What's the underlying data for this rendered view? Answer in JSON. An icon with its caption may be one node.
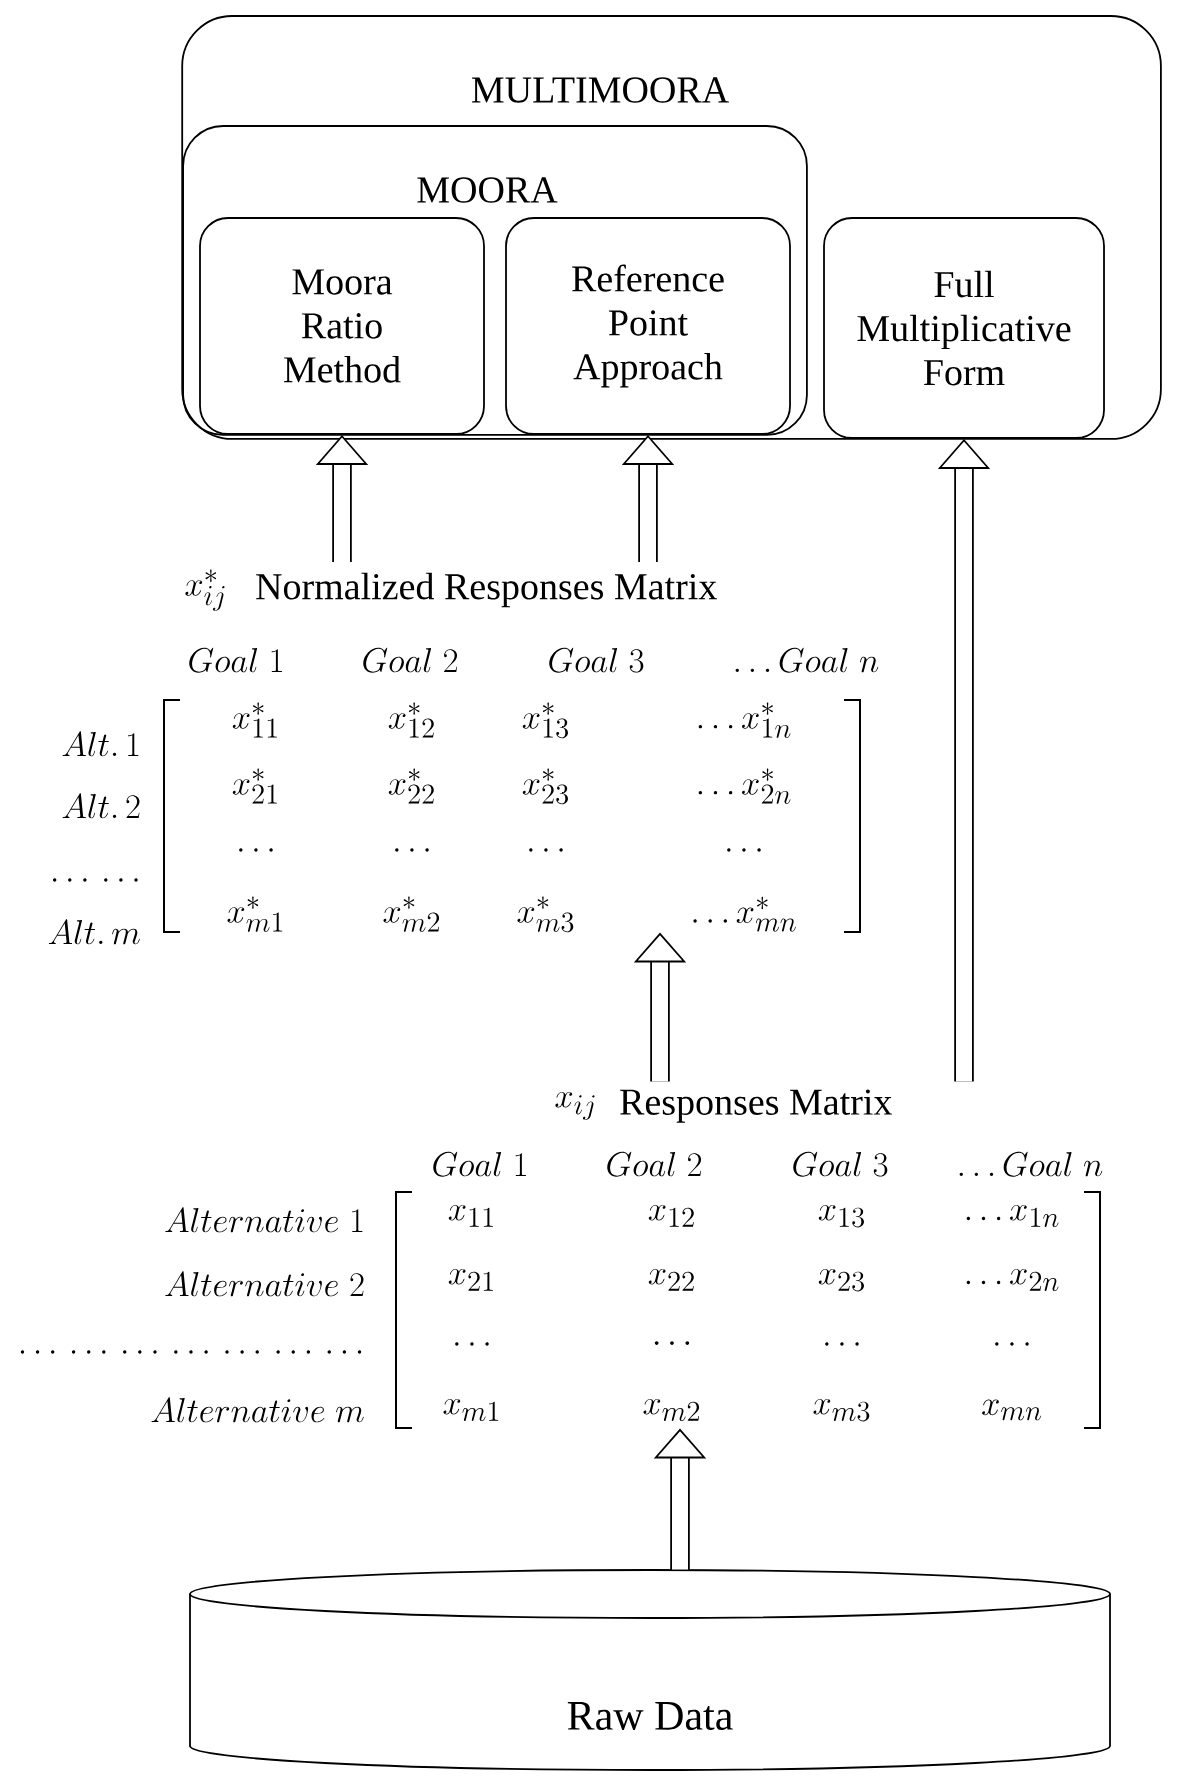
{
  "diagram": {
    "nodes": [
      {
        "text": [
          "MULTIMOORA"
        ]
      },
      {
        "text": [
          "MOORA"
        ],
        "in": 0
      },
      {
        "text": [
          "Moora Ratio Method"
        ],
        "in": 1
      },
      {
        "text": [
          "Reference Point Approach"
        ],
        "in": 1
      },
      {
        "text": [
          "Full Multiplicative Form"
        ],
        "in": 0
      },
      {
        "text": [
          "x_{ij}^{*}",
          "Normalized Responses Matrix",
          "Goal\\;1",
          "Goal\\;2",
          "Goal\\;3",
          "\\ldots Goal\\;n",
          "Alt.\\,1",
          "x_{11}^{*}",
          "x_{12}^{*}",
          "x_{13}^{*}",
          "\\ldots x_{1n}^{*}",
          "Alt.\\,2",
          "x_{21}^{*}",
          "x_{22}^{*}",
          "x_{23}^{*}",
          "\\ldots x_{2n}^{*}",
          "\\ldots\\,\\ldots",
          "\\ldots",
          "\\ldots",
          "\\ldots",
          "\\ldots",
          "Alt.\\,m",
          "x_{m1}^{*}",
          "x_{m2}^{*}",
          "x_{m3}^{*}",
          "\\ldots x_{mn}^{*}"
        ]
      },
      {
        "text": [
          "x_{ij}",
          "Responses Matrix",
          "Goal\\;1",
          "Goal\\;2",
          "Goal\\;3",
          "\\ldots Goal\\;n",
          "Alternative\\;1",
          "x_{11}",
          "x_{12}",
          "x_{13}",
          "\\ldots x_{1n}",
          "Alternative\\;2",
          "x_{21}",
          "x_{22}",
          "x_{23}",
          "\\ldots x_{2n}",
          "\\ldots\\,\\ldots\\,\\ldots\\,\\ldots\\,\\ldots\\,\\ldots\\,\\ldots",
          "\\ldots",
          "\\cdots",
          "\\ldots",
          "\\ldots",
          "Alternative\\;m",
          "x_{m1}",
          "x_{m2}",
          "x_{m3}",
          "x_{mn}"
        ]
      },
      {
        "text": [
          "Raw Data"
        ]
      }
    ],
    "edges": [
      {
        "from": 5,
        "to": 2,
        "arrow": "to"
      },
      {
        "from": 5,
        "to": 3,
        "arrow": "to"
      },
      {
        "from": 6,
        "to": 4,
        "arrow": "to"
      },
      {
        "from": 6,
        "to": 5,
        "arrow": "to"
      },
      {
        "from": 7,
        "to": 6,
        "arrow": "to"
      }
    ]
  }
}
